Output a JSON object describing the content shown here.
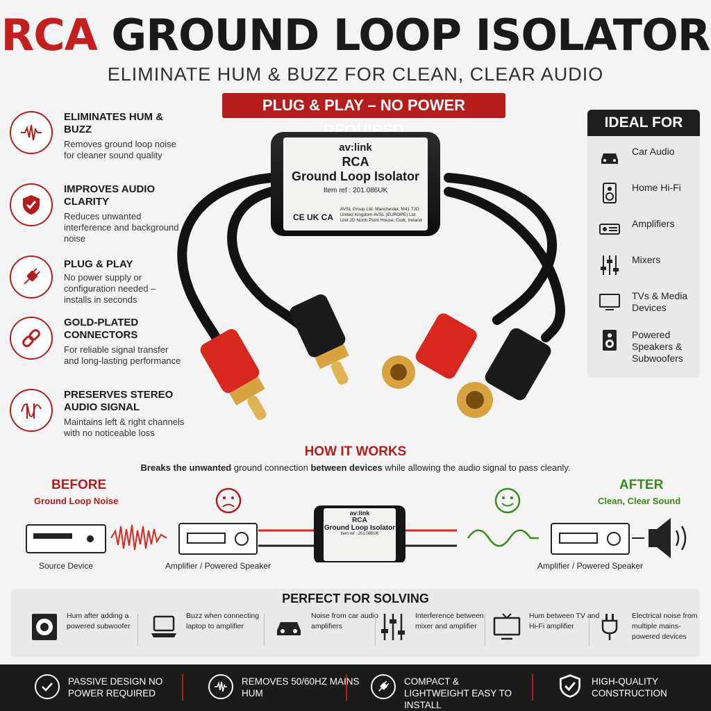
{
  "header": {
    "title_accent": "RCA",
    "title_rest": "GROUND LOOP ISOLATOR",
    "subtitle": "ELIMINATE HUM & BUZZ FOR CLEAN, CLEAR AUDIO",
    "banner": "PLUG & PLAY – NO POWER REQUIRED"
  },
  "features": [
    {
      "icon": "waveform-icon",
      "title": "ELIMINATES HUM & BUZZ",
      "desc": "Removes ground loop noise for cleaner sound quality"
    },
    {
      "icon": "shield-check-icon",
      "title": "IMPROVES AUDIO CLARITY",
      "desc": "Reduces unwanted interference and background noise"
    },
    {
      "icon": "plug-icon",
      "title": "PLUG & PLAY",
      "desc": "No power supply or configuration needed – installs in seconds"
    },
    {
      "icon": "chain-link-icon",
      "title": "GOLD-PLATED CONNECTORS",
      "desc": "For reliable signal transfer and long-lasting performance"
    },
    {
      "icon": "stereo-wave-icon",
      "title": "PRESERVES STEREO AUDIO SIGNAL",
      "desc": "Maintains left & right channels with no noticeable loss"
    }
  ],
  "ideal_for": {
    "heading": "IDEAL FOR",
    "items": [
      {
        "icon": "car-icon",
        "label": "Car Audio"
      },
      {
        "icon": "speaker-icon",
        "label": "Home Hi-Fi"
      },
      {
        "icon": "amplifier-icon",
        "label": "Amplifiers"
      },
      {
        "icon": "mixer-sliders-icon",
        "label": "Mixers"
      },
      {
        "icon": "tv-icon",
        "label": "TVs & Media Devices"
      },
      {
        "icon": "powered-speaker-icon",
        "label": "Powered Speakers & Subwoofers"
      }
    ]
  },
  "device": {
    "brand": "av:link",
    "name_line1": "RCA",
    "name_line2": "Ground Loop Isolator",
    "ref": "Item ref : 201.086UK",
    "marks": "CE UK CA",
    "address": "AVSL Group Ltd, Manchester, M41 7JO United Kingdom AVSL (EUROPE) Ltd, Unit 2D North Point House, Cork, Ireland",
    "small_ref": "Item ref : 201.086UK"
  },
  "how_it_works": {
    "title": "HOW IT WORKS",
    "desc_b1": "Breaks the unwanted",
    "desc_1": " ground connection ",
    "desc_b2": "between devices",
    "desc_2": " while allowing the audio signal to pass cleanly."
  },
  "flow": {
    "before_label": "BEFORE",
    "before_sub": "Ground Loop Noise",
    "after_label": "AFTER",
    "after_sub": "Clean, Clear Sound",
    "source_caption": "Source Device",
    "amp_caption_left": "Amplifier / Powered Speaker",
    "amp_caption_right": "Amplifier / Powered Speaker"
  },
  "solving": {
    "title": "PERFECT FOR SOLVING",
    "items": [
      {
        "icon": "subwoofer-icon",
        "text": "Hum after adding a powered subwoofer"
      },
      {
        "icon": "laptop-icon",
        "text": "Buzz when connecting laptop to amplifier"
      },
      {
        "icon": "car-icon",
        "text": "Noise from car audio amplifiers"
      },
      {
        "icon": "mixer-sliders-icon",
        "text": "Interference between mixer and amplifier"
      },
      {
        "icon": "tv-icon",
        "text": "Hum between TV and Hi-Fi amplifier"
      },
      {
        "icon": "power-plug-icon",
        "text": "Electrical noise from multiple mains-powered devices"
      }
    ]
  },
  "footer": [
    {
      "icon": "checkmark-icon",
      "text": "PASSIVE DESIGN NO POWER REQUIRED"
    },
    {
      "icon": "waveform-icon",
      "text": "REMOVES 50/60Hz MAINS HUM"
    },
    {
      "icon": "plug-icon",
      "text": "COMPACT & LIGHTWEIGHT EASY TO INSTALL"
    },
    {
      "icon": "shield-check-icon",
      "text": "HIGH-QUALITY CONSTRUCTION"
    }
  ],
  "colors": {
    "accent": "#b51c1c",
    "after_green": "#3a8a1e",
    "dark": "#1b1b1b"
  }
}
